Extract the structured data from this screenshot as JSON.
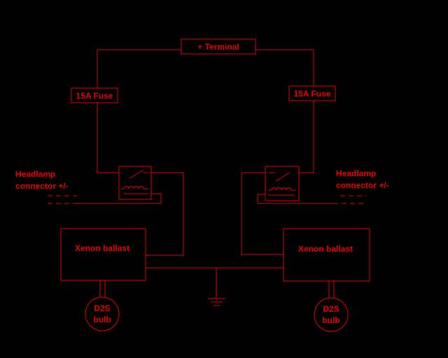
{
  "colors": {
    "background": "#000000",
    "line": "#e60000"
  },
  "terminal": {
    "label": "+ Terminal"
  },
  "fuse_left": {
    "label": "15A Fuse"
  },
  "fuse_right": {
    "label": "15A Fuse"
  },
  "connector_left": {
    "line1": "Headlamp",
    "line2": "connector +/-"
  },
  "connector_right": {
    "line1": "Headlamp",
    "line2": "connector +/-"
  },
  "ballast_left": {
    "label": "Xenon ballast"
  },
  "ballast_right": {
    "label": "Xenon ballast"
  },
  "bulb_left": {
    "line1": "D2S",
    "line2": "bulb"
  },
  "bulb_right": {
    "line1": "D2S",
    "line2": "bulb"
  },
  "icons": {
    "relay": "relay-icon",
    "ground": "ground-icon"
  }
}
